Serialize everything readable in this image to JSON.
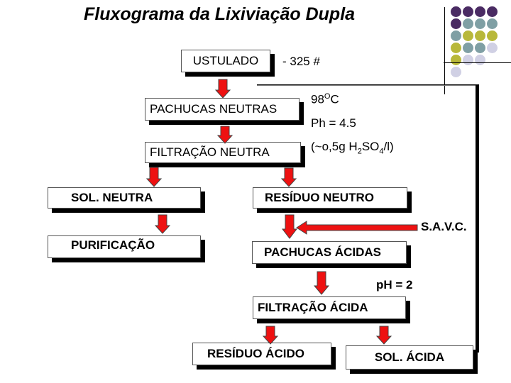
{
  "title": "Fluxograma da Lixiviação Dupla",
  "colors": {
    "arrow_fill": "#ee1111",
    "arrow_stroke": "#444444",
    "dot_purple": "#4a2b63",
    "dot_teal": "#7f9fa4",
    "dot_yellow": "#b8b83a",
    "dot_lavender": "#d0d0e4"
  },
  "decor": {
    "dots": [
      [
        "purple",
        "purple",
        "purple",
        "purple"
      ],
      [
        "purple",
        "teal",
        "teal",
        "teal"
      ],
      [
        "teal",
        "yellow",
        "yellow",
        "yellow"
      ],
      [
        "yellow",
        "teal",
        "teal",
        "lavender"
      ],
      [
        "yellow",
        "lavender",
        "lavender",
        "none"
      ],
      [
        "lavender",
        "none",
        "none",
        "none"
      ]
    ]
  },
  "boxes": {
    "ustulado": "USTULADO",
    "pachucas_neutras": "PACHUCAS NEUTRAS",
    "filtracao_neutra": "FILTRAÇÃO NEUTRA",
    "sol_neutra": "SOL. NEUTRA",
    "residuo_neutro": "RESÍDUO NEUTRO",
    "purificacao": "PURIFICAÇÃO",
    "pachucas_acidas": "PACHUCAS ÁCIDAS",
    "filtracao_acida": "FILTRAÇÃO ÁCIDA",
    "residuo_acido": "RESÍDUO ÁCIDO",
    "sol_acida": "SOL. ÁCIDA"
  },
  "labels": {
    "mesh": "- 325 #",
    "temperature_value": "98",
    "temperature_super": "O",
    "temperature_unit": "C",
    "ph_neutral": "Ph = 4.5",
    "acid_prefix": "(~o,5g H",
    "acid_sub1": "2",
    "acid_mid": "SO",
    "acid_sub2": "4",
    "acid_suffix": "/l)",
    "savc": "S.A.V.C.",
    "ph_acid": "pH = 2"
  }
}
